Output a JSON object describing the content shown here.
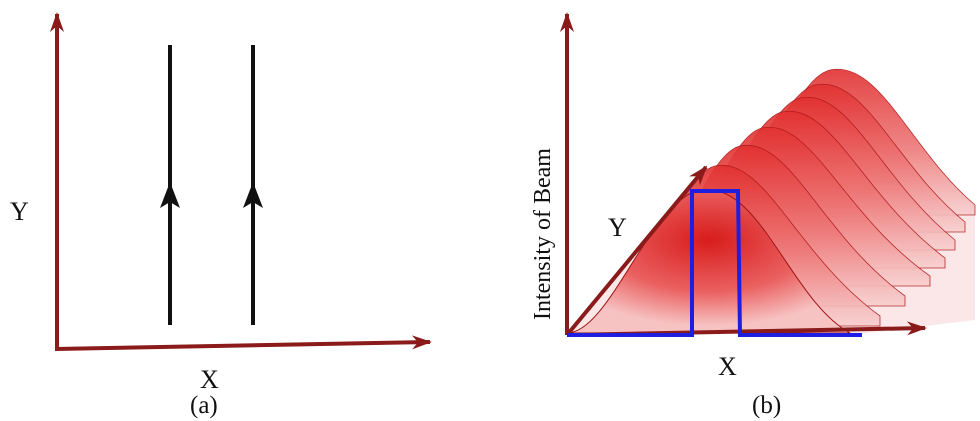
{
  "panel_a": {
    "y_axis_label": "Y",
    "x_axis_label": "X",
    "caption": "(a)"
  },
  "panel_b": {
    "vertical_axis_label": "Intensity of Beam",
    "y_axis_label": "Y",
    "x_axis_label": "X",
    "caption": "(b)"
  },
  "colors": {
    "axis": "#8B1A1A",
    "line": "#111111",
    "beam_light": "#F6B9B9",
    "beam_dark": "#D62020",
    "box": "#1E1EE0"
  }
}
